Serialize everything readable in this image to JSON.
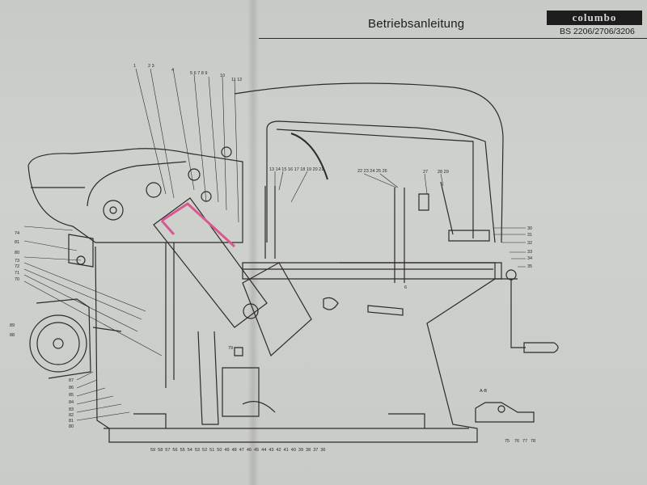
{
  "header": {
    "title": "Betriebsanleitung",
    "brand": "columbo",
    "model": "BS 2206/2706/3206"
  },
  "detail": {
    "label": "A-B"
  },
  "callouts": {
    "top": [
      "1",
      "2 3",
      "4",
      "5 6 7 8 9",
      "10",
      "11 12",
      "13 14 15 16 17 18 19 20 21",
      "22 23 24 25 26",
      "27",
      "28 29"
    ],
    "right": [
      "30",
      "31",
      "32",
      "33",
      "34",
      "35"
    ],
    "left": [
      "74",
      "81",
      "80",
      "73",
      "72",
      "71",
      "70",
      "89",
      "88",
      "87",
      "86",
      "85",
      "84",
      "83",
      "82",
      "81",
      "80"
    ],
    "bottom": "59 58 57 56 55 54 53 52 51 50 49 48 47 46 45 44 43 42 41 40 39 38 37 36",
    "middle": [
      "79",
      "6"
    ],
    "detail": [
      "75",
      "76",
      "77",
      "78"
    ]
  }
}
